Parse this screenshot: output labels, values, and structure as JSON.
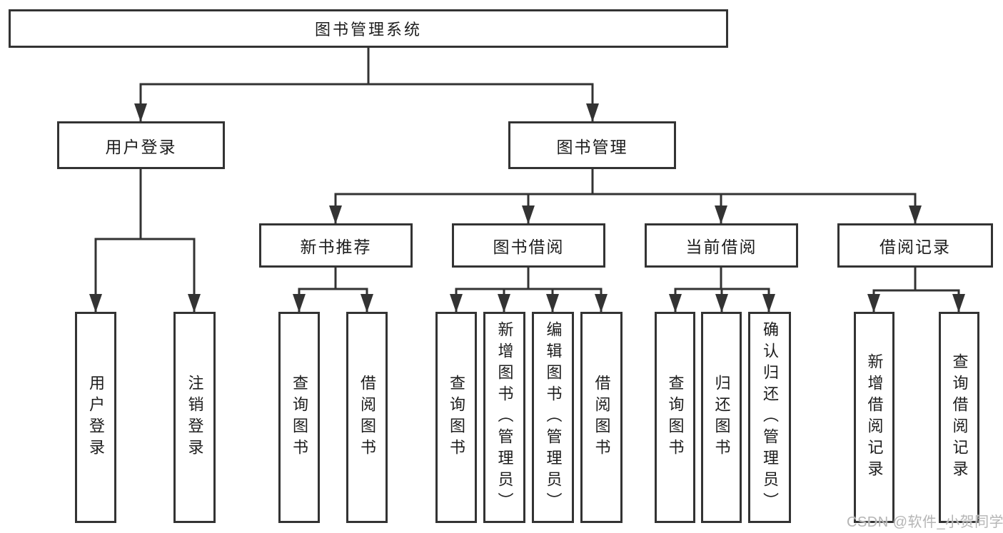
{
  "tree": {
    "label": "图书管理系统",
    "children": [
      {
        "label": "用户登录",
        "children": [
          {
            "label": "用户登录"
          },
          {
            "label": "注销登录"
          }
        ]
      },
      {
        "label": "图书管理",
        "children": [
          {
            "label": "新书推荐",
            "children": [
              {
                "label": "查询图书"
              },
              {
                "label": "借阅图书"
              }
            ]
          },
          {
            "label": "图书借阅",
            "children": [
              {
                "label": "查询图书"
              },
              {
                "label": "新增图书（管理员）"
              },
              {
                "label": "编辑图书（管理员）"
              },
              {
                "label": "借阅图书"
              }
            ]
          },
          {
            "label": "当前借阅",
            "children": [
              {
                "label": "查询图书"
              },
              {
                "label": "归还图书"
              },
              {
                "label": "确认归还（管理员）"
              }
            ]
          },
          {
            "label": "借阅记录",
            "children": [
              {
                "label": "新增借阅记录"
              },
              {
                "label": "查询借阅记录"
              }
            ]
          }
        ]
      }
    ]
  },
  "watermark": {
    "text": "CSDN @软件_小贺同学"
  },
  "colors": {
    "line": "#333333",
    "text": "#1d1d1d",
    "background": "#ffffff",
    "watermark": "#b5b5b5"
  }
}
